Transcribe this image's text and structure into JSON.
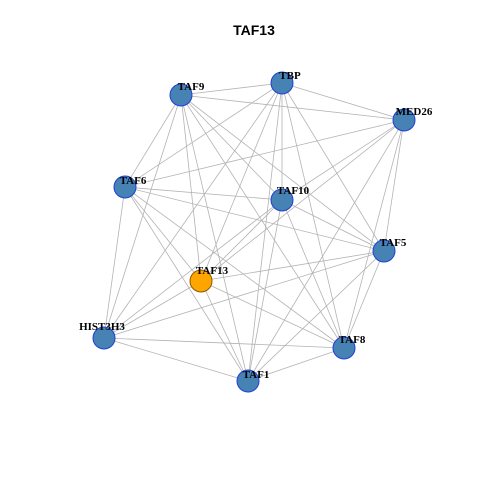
{
  "title": "TAF13",
  "colors": {
    "node_fill": "#4682b4",
    "node_stroke": "#1f3fd6",
    "focus_fill": "#ffa500",
    "focus_stroke": "#8a5a00",
    "edge": "#b3b3b3"
  },
  "nodes": [
    {
      "id": "TBP",
      "label": "TBP",
      "focus": false
    },
    {
      "id": "TAF9",
      "label": "TAF9",
      "focus": false
    },
    {
      "id": "MED26",
      "label": "MED26",
      "focus": false
    },
    {
      "id": "TAF6",
      "label": "TAF6",
      "focus": false
    },
    {
      "id": "TAF10",
      "label": "TAF10",
      "focus": false
    },
    {
      "id": "TAF5",
      "label": "TAF5",
      "focus": false
    },
    {
      "id": "TAF13",
      "label": "TAF13",
      "focus": true
    },
    {
      "id": "HIST3H3",
      "label": "HIST3H3",
      "focus": false
    },
    {
      "id": "TAF8",
      "label": "TAF8",
      "focus": false
    },
    {
      "id": "TAF1",
      "label": "TAF1",
      "focus": false
    }
  ],
  "edges": [
    [
      "TBP",
      "TAF9"
    ],
    [
      "TBP",
      "MED26"
    ],
    [
      "TBP",
      "TAF10"
    ],
    [
      "TBP",
      "TAF13"
    ],
    [
      "TBP",
      "HIST3H3"
    ],
    [
      "TBP",
      "TAF8"
    ],
    [
      "TBP",
      "TAF1"
    ],
    [
      "TBP",
      "TAF5"
    ],
    [
      "TBP",
      "TAF6"
    ],
    [
      "TAF9",
      "MED26"
    ],
    [
      "TAF9",
      "TAF10"
    ],
    [
      "TAF9",
      "TAF13"
    ],
    [
      "TAF9",
      "HIST3H3"
    ],
    [
      "TAF9",
      "TAF8"
    ],
    [
      "TAF9",
      "TAF1"
    ],
    [
      "TAF9",
      "TAF5"
    ],
    [
      "TAF9",
      "TAF6"
    ],
    [
      "MED26",
      "TAF6"
    ],
    [
      "MED26",
      "TAF10"
    ],
    [
      "MED26",
      "TAF13"
    ],
    [
      "MED26",
      "TAF8"
    ],
    [
      "MED26",
      "TAF1"
    ],
    [
      "MED26",
      "TAF5"
    ],
    [
      "TAF6",
      "TAF10"
    ],
    [
      "TAF6",
      "TAF5"
    ],
    [
      "TAF6",
      "TAF8"
    ],
    [
      "TAF6",
      "TAF1"
    ],
    [
      "TAF6",
      "HIST3H3"
    ],
    [
      "TAF6",
      "TAF13"
    ],
    [
      "TAF10",
      "TAF13"
    ],
    [
      "TAF10",
      "TAF5"
    ],
    [
      "TAF10",
      "TAF8"
    ],
    [
      "TAF10",
      "TAF1"
    ],
    [
      "TAF10",
      "HIST3H3"
    ],
    [
      "TAF5",
      "TAF13"
    ],
    [
      "TAF5",
      "HIST3H3"
    ],
    [
      "TAF5",
      "TAF8"
    ],
    [
      "TAF5",
      "TAF1"
    ],
    [
      "TAF13",
      "HIST3H3"
    ],
    [
      "TAF13",
      "TAF8"
    ],
    [
      "TAF13",
      "TAF1"
    ],
    [
      "HIST3H3",
      "TAF1"
    ],
    [
      "HIST3H3",
      "TAF8"
    ],
    [
      "TAF8",
      "TAF1"
    ]
  ]
}
